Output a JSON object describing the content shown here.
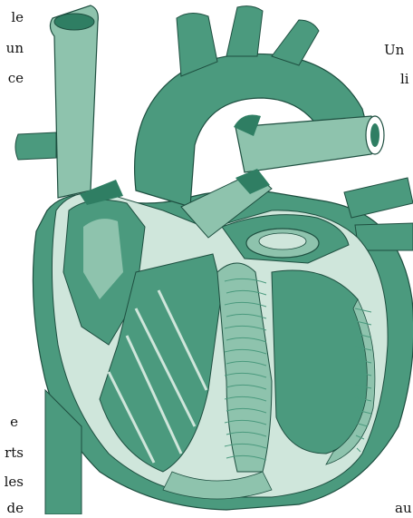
{
  "text_fragments": {
    "left_column": [
      "le",
      "un",
      "ce",
      "e",
      "rts",
      "les",
      "de"
    ],
    "right_column": [
      "Un",
      "li",
      "au"
    ]
  },
  "colors": {
    "deep_green": "#2f7e63",
    "mid_green": "#4b9a7e",
    "light_green": "#8ec3ad",
    "pale_green": "#cfe6db",
    "outline": "#1e4f40"
  }
}
